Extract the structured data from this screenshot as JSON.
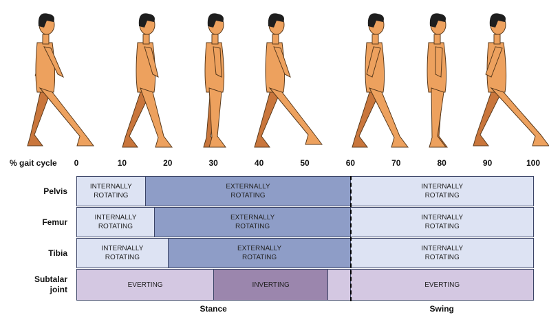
{
  "axis": {
    "label": "% gait cycle",
    "ticks": [
      "0",
      "10",
      "20",
      "30",
      "40",
      "50",
      "60",
      "70",
      "80",
      "90",
      "100"
    ]
  },
  "colors": {
    "internal": "#dde3f3",
    "external": "#8e9dc7",
    "everting": "#d4c8e2",
    "inverting": "#9b86ad",
    "skin": "#eda15e",
    "skin_far": "#c9763c",
    "hair": "#1e1e1e"
  },
  "rows": [
    {
      "label": "Pelvis",
      "segments": [
        {
          "text": "INTERNALLY\nROTATING",
          "start": 0,
          "end": 15,
          "kind": "internal"
        },
        {
          "text": "EXTERNALLY\nROTATING",
          "start": 15,
          "end": 60,
          "kind": "external"
        },
        {
          "text": "INTERNALLY\nROTATING",
          "start": 60,
          "end": 100,
          "kind": "internal"
        }
      ]
    },
    {
      "label": "Femur",
      "segments": [
        {
          "text": "INTERNALLY\nROTATING",
          "start": 0,
          "end": 17,
          "kind": "internal"
        },
        {
          "text": "EXTERNALLY\nROTATING",
          "start": 17,
          "end": 60,
          "kind": "external"
        },
        {
          "text": "INTERNALLY\nROTATING",
          "start": 60,
          "end": 100,
          "kind": "internal"
        }
      ]
    },
    {
      "label": "Tibia",
      "segments": [
        {
          "text": "INTERNALLY\nROTATING",
          "start": 0,
          "end": 20,
          "kind": "internal"
        },
        {
          "text": "EXTERNALLY\nROTATING",
          "start": 20,
          "end": 60,
          "kind": "external"
        },
        {
          "text": "INTERNALLY\nROTATING",
          "start": 60,
          "end": 100,
          "kind": "internal"
        }
      ]
    },
    {
      "label": "Subtalar\njoint",
      "segments": [
        {
          "text": "EVERTING",
          "start": 0,
          "end": 30,
          "kind": "everting"
        },
        {
          "text": "INVERTING",
          "start": 30,
          "end": 55,
          "kind": "inverting"
        },
        {
          "text": "",
          "start": 55,
          "end": 60,
          "kind": "everting"
        },
        {
          "text": "EVERTING",
          "start": 60,
          "end": 100,
          "kind": "everting"
        }
      ]
    }
  ],
  "phases": [
    {
      "label": "Stance",
      "start": 0,
      "end": 60
    },
    {
      "label": "Swing",
      "start": 60,
      "end": 100
    }
  ],
  "figures": [
    "walker-heel-strike",
    "walker-foot-flat",
    "walker-midstance",
    "walker-terminal-stance",
    "walker-preswing",
    "walker-midswing",
    "walker-terminal-swing"
  ]
}
